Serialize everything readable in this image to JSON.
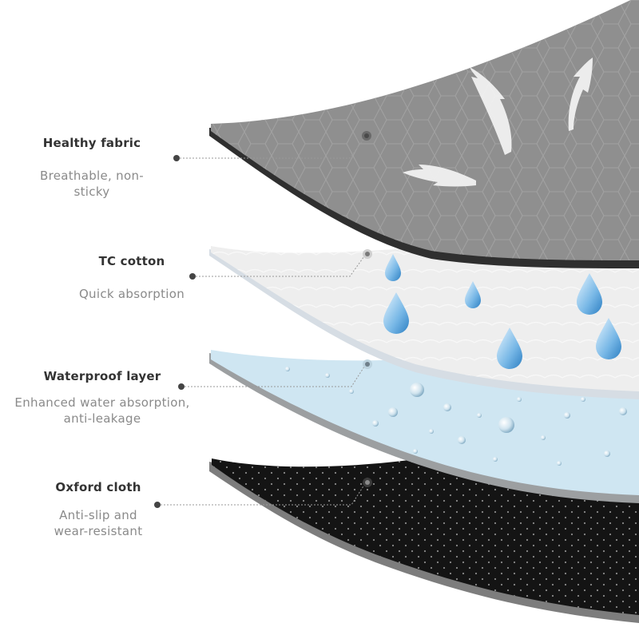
{
  "colors": {
    "fabric_gray": "#8f8f8f",
    "cotton_white": "#eeeeee",
    "waterproof_blue": "#cfe6f2",
    "oxford_black": "#141414",
    "label_title": "#333333",
    "label_desc": "#8a8a8a",
    "leader_dot": "#444444"
  },
  "layers": [
    {
      "title": "Healthy fabric",
      "description": "Breathable, non-sticky",
      "icon": "airflow-arrows-icon"
    },
    {
      "title": "TC cotton",
      "description": "Quick absorption",
      "icon": "water-drop-icon"
    },
    {
      "title": "Waterproof layer",
      "description_lines": [
        "Enhanced water absorption,",
        "anti-leakage"
      ],
      "icon": "water-bead-icon"
    },
    {
      "title": "Oxford cloth",
      "description_lines": [
        "Anti-slip and",
        "wear-resistant"
      ],
      "icon": "dot-texture-icon"
    }
  ]
}
